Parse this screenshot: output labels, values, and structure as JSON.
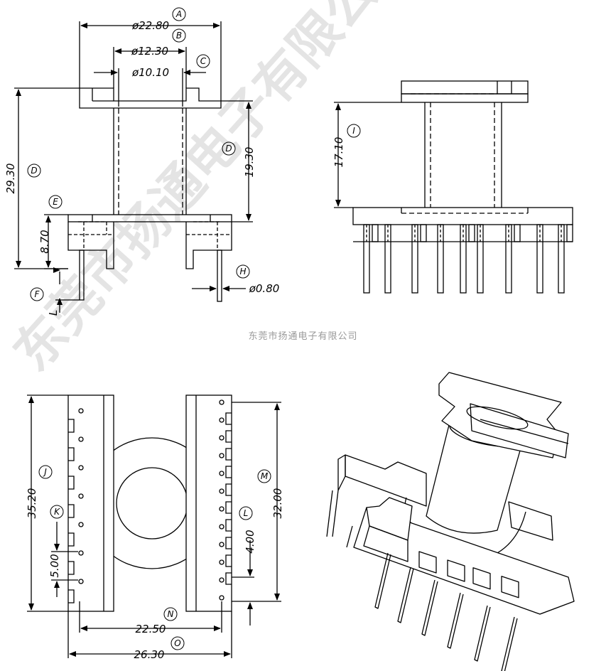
{
  "company": "东莞市扬通电子有限公司",
  "watermark_text": "东莞市扬通电子有限公司",
  "dimensions": {
    "A": {
      "label": "A",
      "value": "ø22.80"
    },
    "B": {
      "label": "B",
      "value": "ø12.30"
    },
    "C": {
      "label": "C",
      "value": "ø10.10"
    },
    "D1": {
      "label": "D",
      "value": "29.30"
    },
    "D2": {
      "label": "D",
      "value": "19.30"
    },
    "E": {
      "label": "E",
      "value": "8.70"
    },
    "F": {
      "label": "F",
      "value": "L"
    },
    "H": {
      "label": "H",
      "value": "ø0.80"
    },
    "I": {
      "label": "I",
      "value": "17.10"
    },
    "J": {
      "label": "J",
      "value": "35.20"
    },
    "K": {
      "label": "K",
      "value": "5.00"
    },
    "L": {
      "label": "L",
      "value": "4.00"
    },
    "M": {
      "label": "M",
      "value": "32.00"
    },
    "N": {
      "label": "N",
      "value": "22.50"
    },
    "O": {
      "label": "O",
      "value": "26.30"
    }
  },
  "colors": {
    "line": "#000000",
    "watermark": "#000000",
    "caption": "#9a9a9a"
  }
}
